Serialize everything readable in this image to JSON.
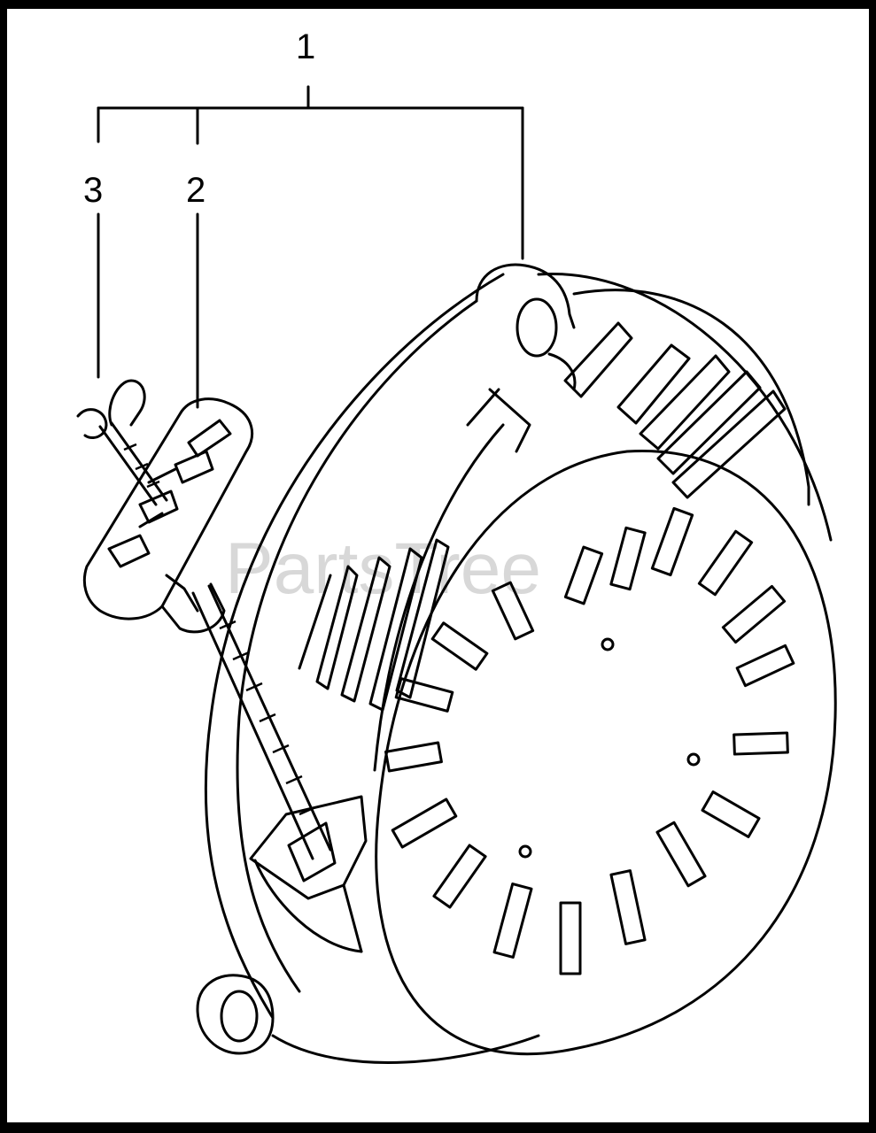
{
  "callouts": {
    "assembly": "1",
    "handle": "2",
    "rope": "3"
  },
  "watermark": "PartsTree",
  "colors": {
    "frame": "#000000",
    "background": "#ffffff",
    "line": "#000000"
  }
}
